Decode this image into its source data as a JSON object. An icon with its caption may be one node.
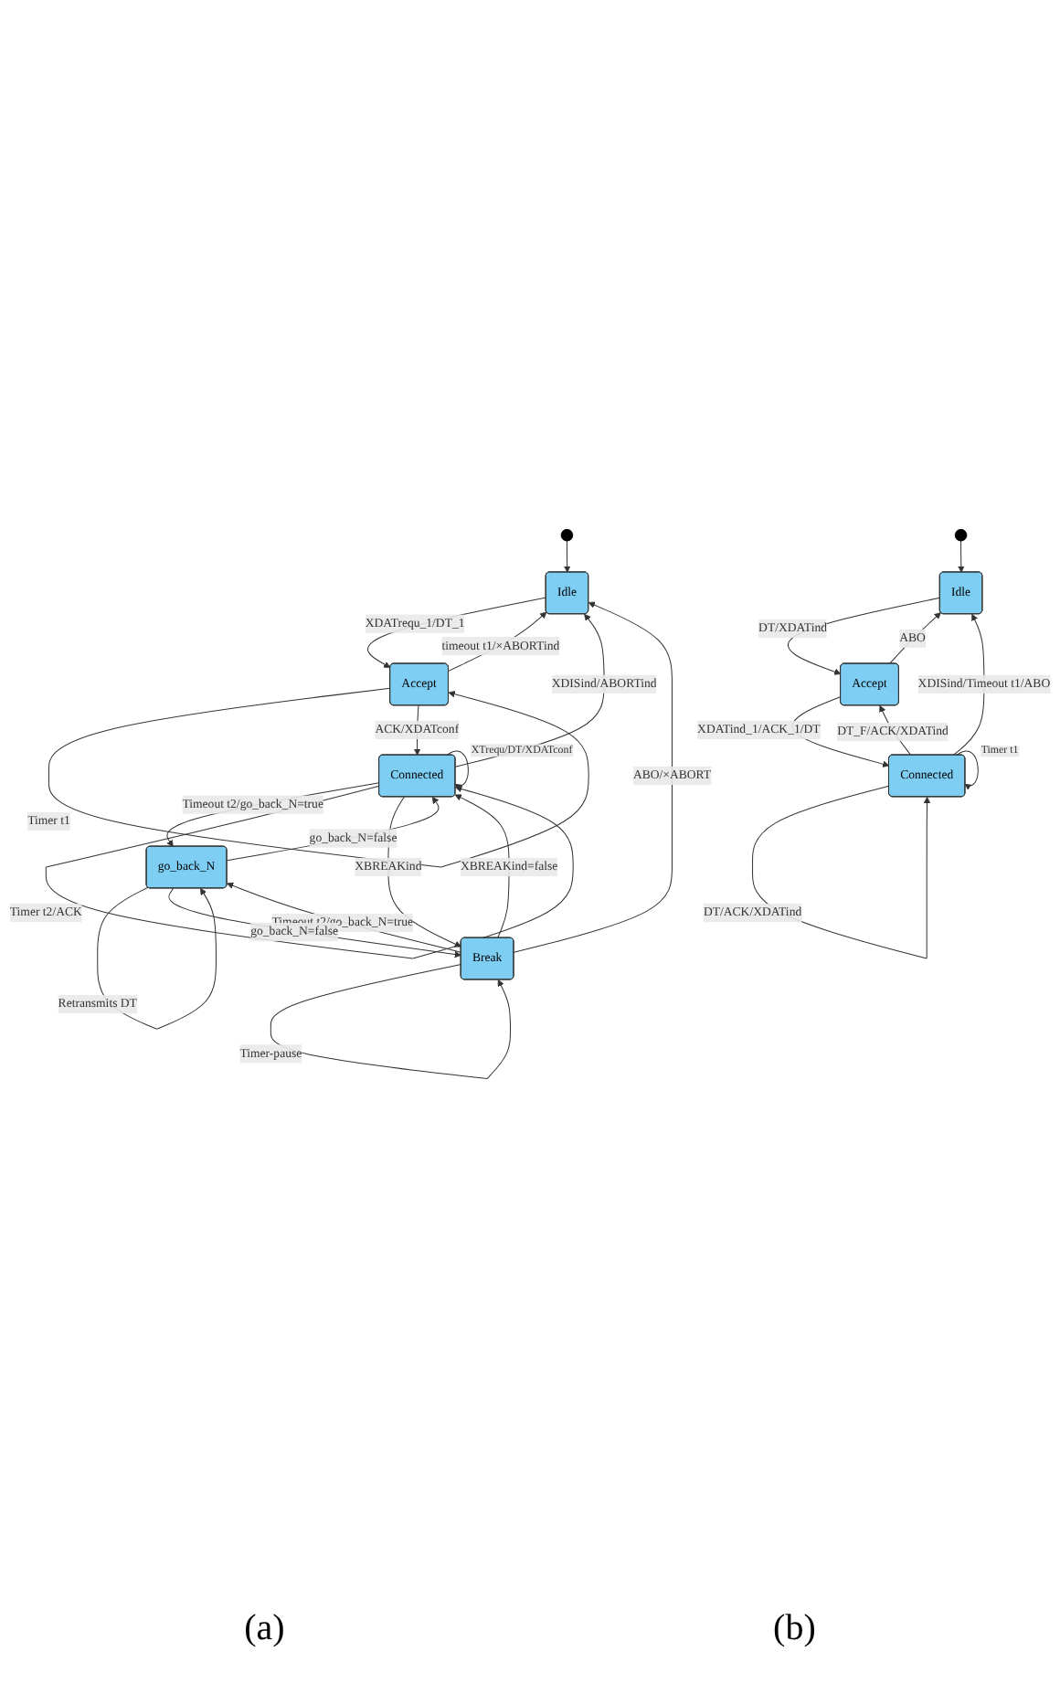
{
  "diagram": {
    "nodes": [
      {
        "text": [],
        "shape": "circle"
      },
      {
        "text": [
          "Idle"
        ]
      },
      {
        "text": [
          "go_back_N"
        ]
      },
      {
        "text": [
          "Accept"
        ]
      },
      {
        "text": [
          "Connected"
        ]
      },
      {
        "text": [
          "Break"
        ]
      },
      {
        "text": [],
        "shape": "circle"
      },
      {
        "text": [
          "Idle"
        ]
      },
      {
        "text": [
          "Accept"
        ]
      },
      {
        "text": [
          "Connected"
        ]
      }
    ],
    "edges": [
      {
        "from": 0,
        "to": 1,
        "arrow": "to"
      },
      {
        "from": 5,
        "to": 1,
        "arrow": "to",
        "label": "ABO/×ABORT"
      },
      {
        "from": 4,
        "to": 1,
        "arrow": "to",
        "label": "XDISind/ABORTind"
      },
      {
        "from": 3,
        "to": 1,
        "arrow": "to",
        "label": "timeout  t1/×ABORTind"
      },
      {
        "from": 2,
        "to": 2,
        "arrow": "to",
        "label": "Retransmits DT"
      },
      {
        "from": 4,
        "to": 2,
        "arrow": "to",
        "label": "Timeout t2/go_back_N=true"
      },
      {
        "from": 2,
        "to": 4,
        "arrow": "to",
        "label": "go_back_N=false"
      },
      {
        "from": 1,
        "to": 3,
        "arrow": "to",
        "label": "XDATrequ_1/DT_1"
      },
      {
        "from": 3,
        "to": 3,
        "arrow": "to",
        "label": "Timer t1"
      },
      {
        "from": 3,
        "to": 4,
        "arrow": "to",
        "label": "ACK/XDATconf"
      },
      {
        "from": 5,
        "to": 2,
        "arrow": "to",
        "label": "Timeout t2/go_back_N=true"
      },
      {
        "from": 4,
        "to": 4,
        "arrow": "to",
        "label": "Timer t2/ACK"
      },
      {
        "from": 4,
        "to": 4,
        "arrow": "to",
        "label": "XTrequ/DT/XDATconf"
      },
      {
        "from": 5,
        "to": 4,
        "arrow": "to",
        "label": "XBREAKind=false"
      },
      {
        "from": 4,
        "to": 5,
        "arrow": "to",
        "label": "XBREAKind"
      },
      {
        "from": 5,
        "to": 5,
        "arrow": "to",
        "label": "Timer-pause"
      },
      {
        "from": 2,
        "to": 5,
        "arrow": "to",
        "label": "go_back_N=false"
      },
      {
        "from": 6,
        "to": 7,
        "arrow": "to"
      },
      {
        "from": 7,
        "to": 8,
        "arrow": "to",
        "label": "DT/XDATind"
      },
      {
        "from": 8,
        "to": 7,
        "arrow": "to",
        "label": "ABO"
      },
      {
        "from": 8,
        "to": 9,
        "arrow": "to",
        "label": "XDATind_1/ACK_1/DT"
      },
      {
        "from": 9,
        "to": 7,
        "arrow": "to",
        "label": "XDISind/Timeout t1/ABO"
      },
      {
        "from": 9,
        "to": 8,
        "arrow": "to",
        "label": "DT_F/ACK/XDATind"
      },
      {
        "from": 9,
        "to": 9,
        "arrow": "to",
        "label": "DT/ACK/XDATind"
      },
      {
        "from": 9,
        "to": 9,
        "arrow": "to",
        "label": "Timer t1"
      }
    ],
    "labels": [
      "(a)",
      "(b)"
    ]
  }
}
